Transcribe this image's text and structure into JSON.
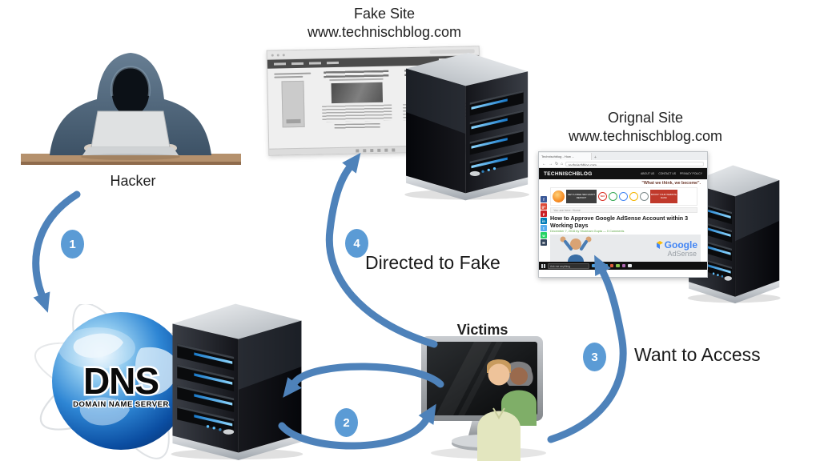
{
  "diagram": {
    "hacker_label": "Hacker",
    "victims_label": "Victims",
    "fake_site": {
      "title": "Fake Site",
      "url": "www.technischblog.com"
    },
    "orignal_site": {
      "title": "Orignal Site",
      "url": "www.technischblog.com"
    },
    "dns": {
      "acronym": "DNS",
      "subtitle": "DOMAIN NAME SERVER"
    },
    "steps": [
      {
        "number": "1",
        "label": ""
      },
      {
        "number": "2",
        "label": ""
      },
      {
        "number": "3",
        "label": "Want to Access"
      },
      {
        "number": "4",
        "label": "Directed to Fake"
      }
    ]
  },
  "orignal_browser": {
    "tab_title": "Technischblog - How ...",
    "new_tab": "+",
    "icons": {
      "back": "←",
      "forward": "→",
      "refresh": "↻",
      "home": "⌂"
    },
    "url": "technischblog.com",
    "logo": "TECHNISCHBLOG",
    "menu": [
      "ABOUT US",
      "CONTACT US",
      "PRIVACY POLICY"
    ],
    "tagline": "\"What we think, we become\".",
    "breadcrumb": "You are here: Home",
    "headline": "How to Approve Google AdSense Account within 3 Working Days",
    "meta": "December 7, 2016 by Shubham Gupta — 0 Comments",
    "banner": {
      "offer": "GET A FREE SEO AUDIT REPORT",
      "seo_badge": "SEO",
      "cta": "BOOST YOUR WEBSITE RANK"
    },
    "adsense": {
      "brand": "Google",
      "product": "AdSense"
    },
    "social_glyphs": [
      "f",
      "g+",
      "p",
      "in",
      "t",
      "w",
      "✉"
    ],
    "taskbar": {
      "search_placeholder": "Ask me anything"
    }
  },
  "colors": {
    "arrow": "#4e82ba",
    "badge": "#5b9bd5",
    "navbar": "#121212",
    "link_green": "#57a33e"
  }
}
